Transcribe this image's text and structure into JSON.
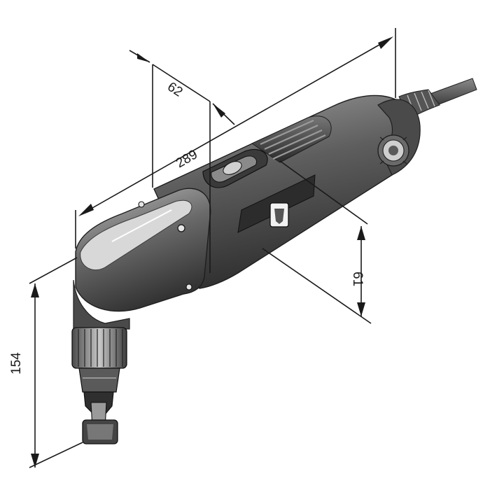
{
  "dimensions": {
    "length": "289",
    "head_width": "62",
    "body_height": "61",
    "total_height": "154"
  },
  "colors": {
    "body_dark": "#3a3a3a",
    "body_mid": "#6b6b6b",
    "body_light": "#a9a9a9",
    "highlight": "#d6d6d6",
    "line": "#1a1a1a"
  }
}
